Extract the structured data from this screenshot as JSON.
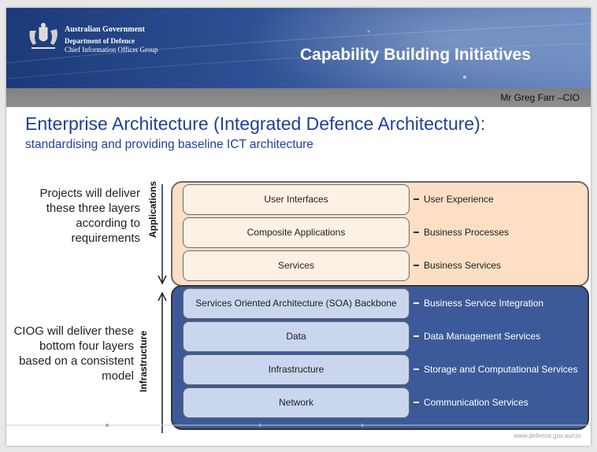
{
  "header": {
    "gov_line1": "Australian Government",
    "gov_line2": "Department of Defence",
    "gov_line3": "Chief Information Officer Group",
    "banner_title": "Capability Building Initiatives",
    "presenter": "Mr Greg Farr –CIO"
  },
  "title": {
    "main": "Enterprise Architecture (Integrated Defence Architecture):",
    "sub": "standardising and providing baseline ICT architecture"
  },
  "left": {
    "projects_text": "Projects will deliver these three layers according to requirements",
    "ciog_text": "CIOG will deliver these bottom four layers based on a consistent model",
    "applications_label": "Applications",
    "infrastructure_label": "Infrastructure"
  },
  "layers_app": [
    {
      "name": "User Interfaces",
      "desc": "User Experience"
    },
    {
      "name": "Composite Applications",
      "desc": "Business Processes"
    },
    {
      "name": "Services",
      "desc": "Business Services"
    }
  ],
  "layers_infra": [
    {
      "name": "Services Oriented Architecture (SOA) Backbone",
      "desc": "Business Service Integration"
    },
    {
      "name": "Data",
      "desc": "Data Management Services"
    },
    {
      "name": "Infrastructure",
      "desc": "Storage and Computational Services"
    },
    {
      "name": "Network",
      "desc": "Communication Services"
    }
  ],
  "footer": {
    "url": "www.defence.gov.au/cio"
  },
  "colors": {
    "title_blue": "#1f3f9c",
    "app_panel": "#fcdfc5",
    "infra_panel": "#3c5a99",
    "infra_box": "#c9d6ee"
  },
  "icons": {
    "crest": "commonwealth-coat-of-arms-icon"
  }
}
